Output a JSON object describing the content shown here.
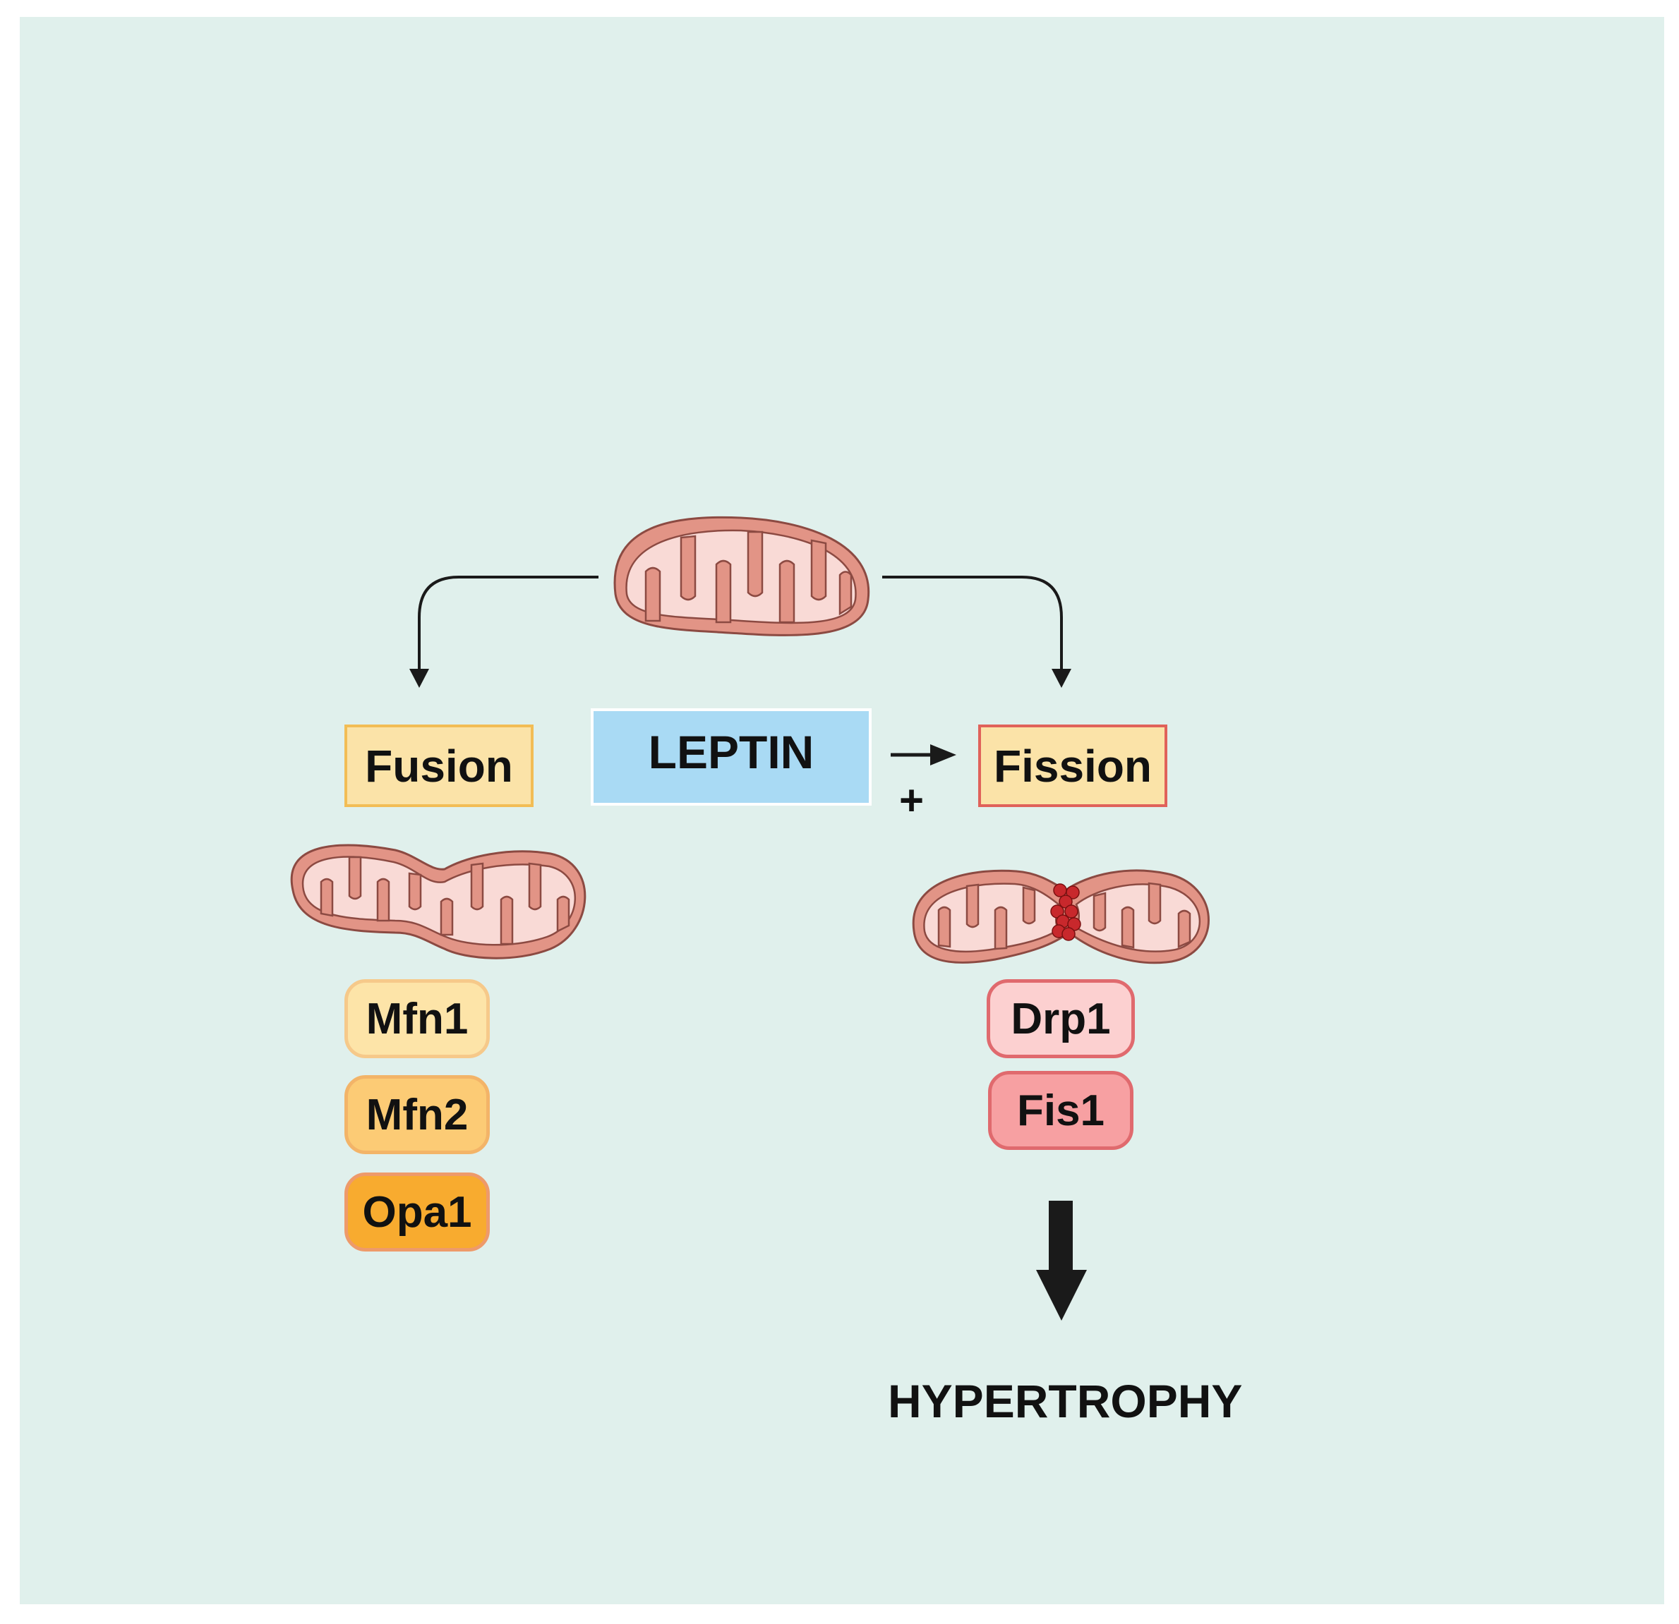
{
  "labels": {
    "fusion": "Fusion",
    "leptin": "LEPTIN",
    "fission": "Fission",
    "plus_sign": "+",
    "outcome": "HYPERTROPHY"
  },
  "fusion_proteins": [
    "Mfn1",
    "Mfn2",
    "Opa1"
  ],
  "fission_proteins": [
    "Drp1",
    "Fis1"
  ],
  "colors": {
    "background": "#e0f0ec",
    "mitochondrion_fill": "#e29486",
    "mitochondrion_inner": "#f9dad6",
    "fusion_box": "#fbe3a8",
    "fusion_box_border": "#f2bd55",
    "fission_box": "#fbe3a8",
    "fission_box_border": "#e0625a",
    "leptin_box": "#a9daf4",
    "mfn1": "#fde4a8",
    "mfn2": "#fccb75",
    "opa1": "#f8ab2f",
    "drp1": "#fcd0d0",
    "fis1": "#f7a0a2",
    "drp1_dots": "#c8282c",
    "arrow": "#1a1a1a"
  }
}
